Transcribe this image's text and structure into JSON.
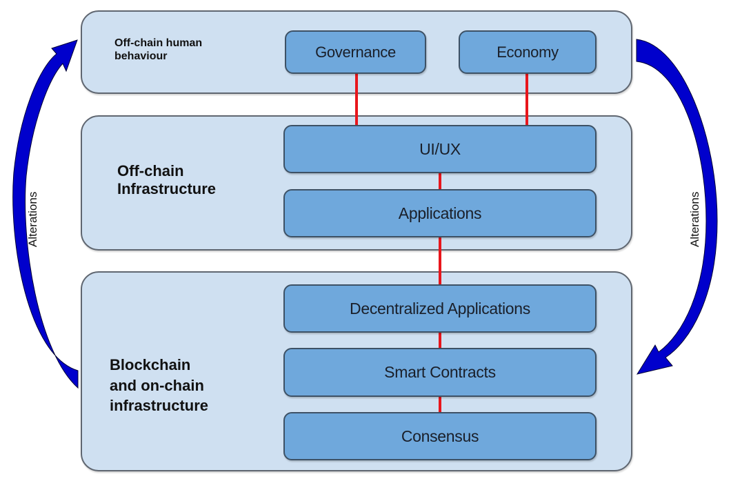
{
  "diagram": {
    "layers": [
      {
        "label_lines": [
          "Off-chain human",
          "behaviour"
        ],
        "blocks": [
          "Governance",
          "Economy"
        ]
      },
      {
        "label_lines": [
          "Off-chain",
          "Infrastructure"
        ],
        "blocks": [
          "UI/UX",
          "Applications"
        ]
      },
      {
        "label_lines": [
          "Blockchain",
          "and on-chain",
          "infrastructure"
        ],
        "blocks": [
          "Decentralized Applications",
          "Smart Contracts",
          "Consensus"
        ]
      }
    ],
    "side_arrows": {
      "left_label": "Alterations",
      "right_label": "Alterations"
    },
    "colors": {
      "layer_fill": "#cfe0f1",
      "block_fill": "#6fa8dc",
      "connector": "#e8161c",
      "arrow": "#0000cc"
    }
  }
}
